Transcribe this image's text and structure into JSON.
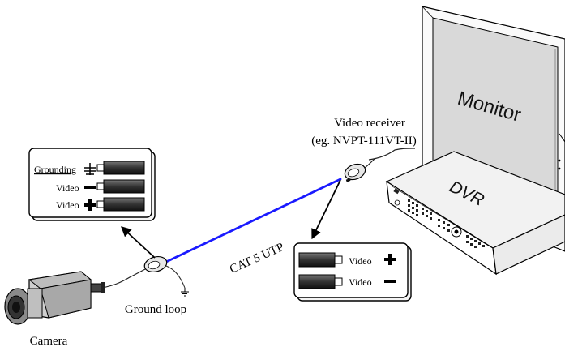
{
  "labels": {
    "video_receiver": "Video receiver",
    "receiver_model": "(eg. NVPT-111VT-II)",
    "monitor": "Monitor",
    "dvr": "DVR",
    "cable": "CAT 5 UTP",
    "ground_loop": "Ground loop",
    "camera": "Camera"
  },
  "left_callout": {
    "rows": [
      "Grounding",
      "Video",
      "Video"
    ]
  },
  "right_callout": {
    "rows": [
      "Video",
      "Video"
    ]
  },
  "colors": {
    "cable": "#1a1aff",
    "line": "#000000"
  }
}
